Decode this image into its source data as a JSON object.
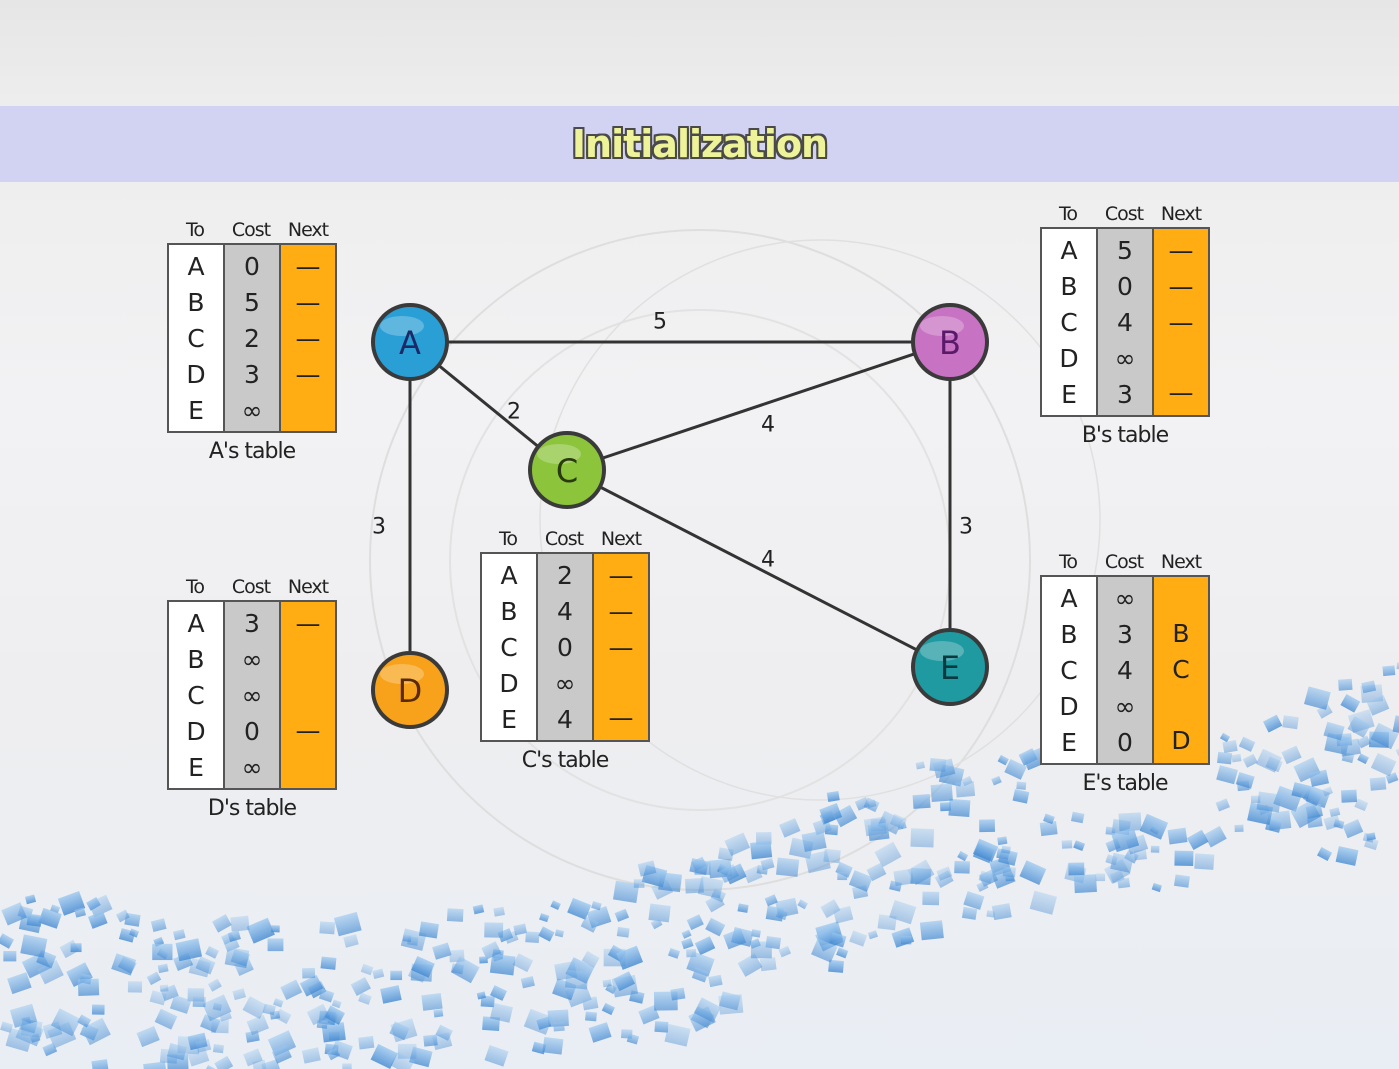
{
  "title": "Initialization",
  "next_color": "#ffad12",
  "tables": {
    "A": {
      "headers": [
        "To",
        "Cost",
        "Next"
      ],
      "to": [
        "A",
        "B",
        "C",
        "D",
        "E"
      ],
      "cost": [
        "0",
        "5",
        "2",
        "3",
        "∞"
      ],
      "next": [
        "—",
        "—",
        "—",
        "—",
        ""
      ],
      "caption": "A's table"
    },
    "B": {
      "headers": [
        "To",
        "Cost",
        "Next"
      ],
      "to": [
        "A",
        "B",
        "C",
        "D",
        "E"
      ],
      "cost": [
        "5",
        "0",
        "4",
        "∞",
        "3"
      ],
      "next": [
        "—",
        "—",
        "—",
        "",
        "—"
      ],
      "caption": "B's table"
    },
    "C": {
      "headers": [
        "To",
        "Cost",
        "Next"
      ],
      "to": [
        "A",
        "B",
        "C",
        "D",
        "E"
      ],
      "cost": [
        "2",
        "4",
        "0",
        "∞",
        "4"
      ],
      "next": [
        "—",
        "—",
        "—",
        "",
        "—"
      ],
      "caption": "C's table"
    },
    "D": {
      "headers": [
        "To",
        "Cost",
        "Next"
      ],
      "to": [
        "A",
        "B",
        "C",
        "D",
        "E"
      ],
      "cost": [
        "3",
        "∞",
        "∞",
        "0",
        "∞"
      ],
      "next": [
        "—",
        "",
        "",
        "—",
        ""
      ],
      "caption": "D's table"
    },
    "E": {
      "headers": [
        "To",
        "Cost",
        "Next"
      ],
      "to": [
        "A",
        "B",
        "C",
        "D",
        "E"
      ],
      "cost": [
        "∞",
        "3",
        "4",
        "∞",
        "0"
      ],
      "next": [
        "",
        "B",
        "C",
        "",
        "D"
      ],
      "caption": "E's table"
    }
  },
  "graph": {
    "nodes": [
      {
        "id": "A",
        "label": "A",
        "color": "#2a9fd6",
        "text_color": "#1b2a66"
      },
      {
        "id": "B",
        "label": "B",
        "color": "#c772c2",
        "text_color": "#5a1a6a"
      },
      {
        "id": "C",
        "label": "C",
        "color": "#8cc43c",
        "text_color": "#2a3a10"
      },
      {
        "id": "D",
        "label": "D",
        "color": "#f7a21a",
        "text_color": "#5a2a00"
      },
      {
        "id": "E",
        "label": "E",
        "color": "#1f9aa0",
        "text_color": "#0a3a40"
      }
    ],
    "edges": [
      {
        "from": "A",
        "to": "B",
        "weight": "5"
      },
      {
        "from": "A",
        "to": "C",
        "weight": "2"
      },
      {
        "from": "A",
        "to": "D",
        "weight": "3"
      },
      {
        "from": "C",
        "to": "B",
        "weight": "4"
      },
      {
        "from": "C",
        "to": "E",
        "weight": "4"
      },
      {
        "from": "B",
        "to": "E",
        "weight": "3"
      }
    ]
  }
}
